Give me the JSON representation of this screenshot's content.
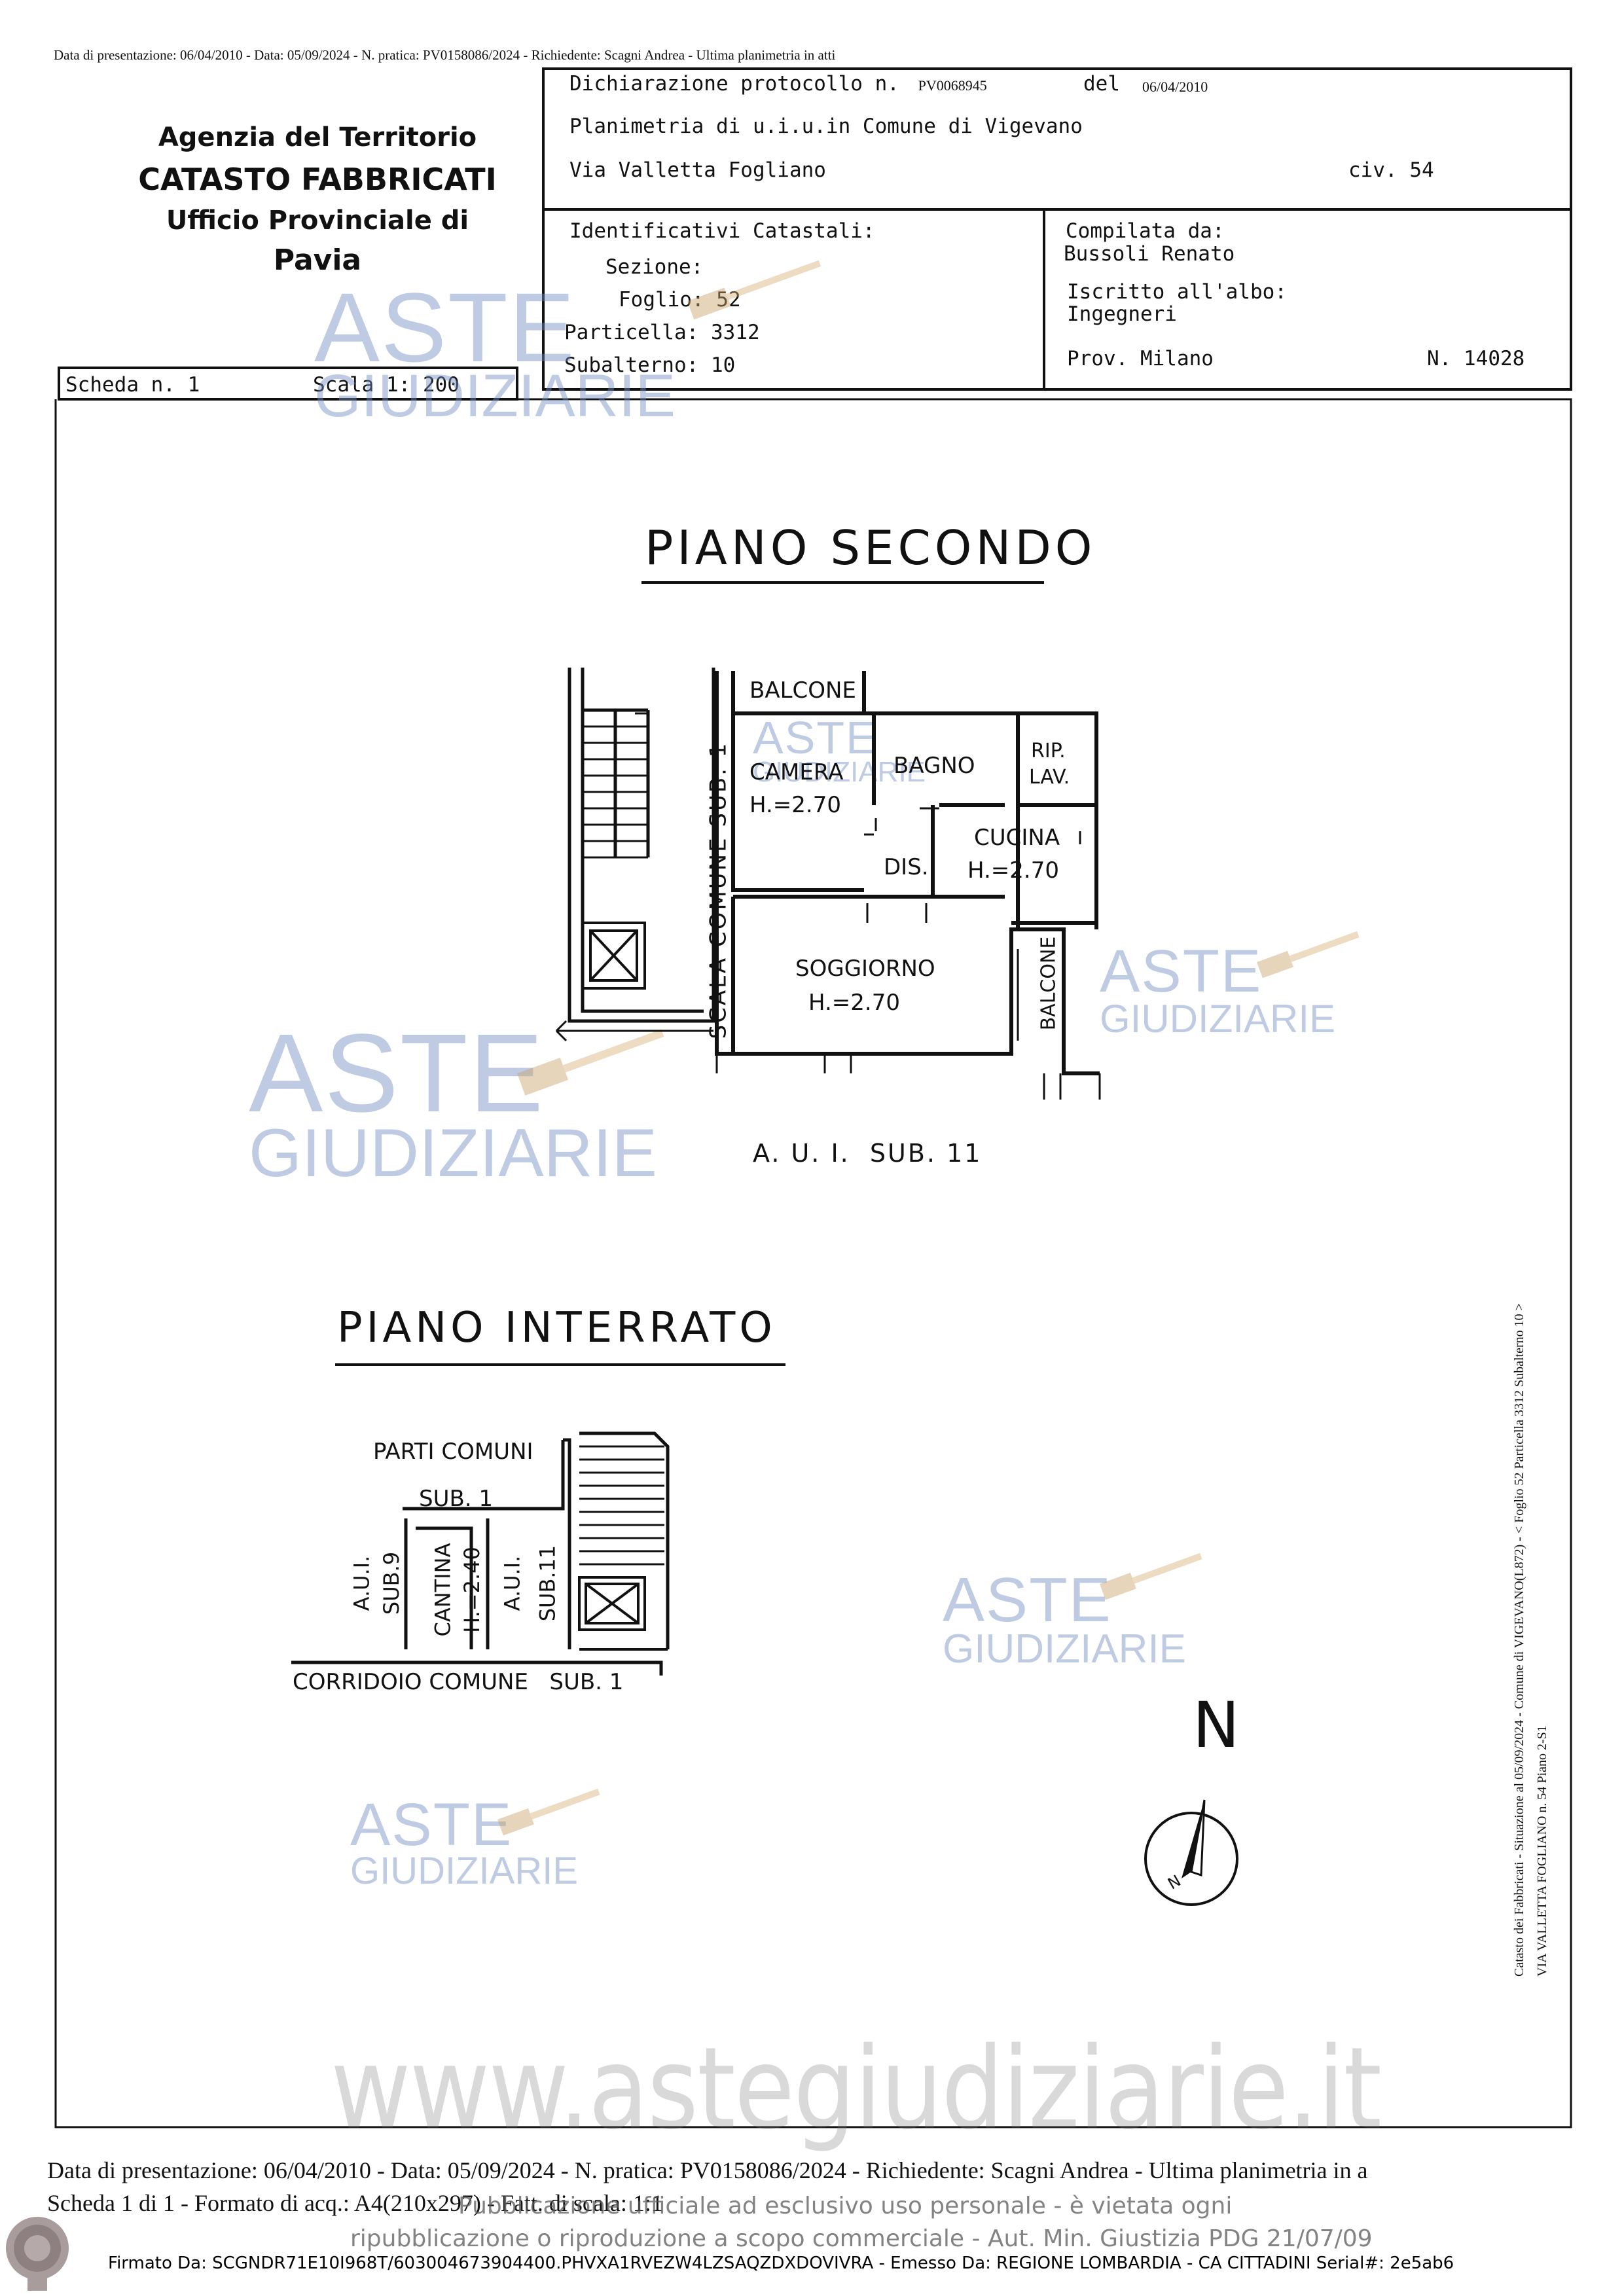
{
  "top_strip": "Data di presentazione: 06/04/2010 - Data: 05/09/2024 - N. pratica: PV0158086/2024 - Richiedente: Scagni Andrea - Ultima planimetria in atti",
  "agency": {
    "line1": "Agenzia del Territorio",
    "line2": "CATASTO FABBRICATI",
    "line3": "Ufficio Provinciale di",
    "line4": "Pavia"
  },
  "header": {
    "dichiarazione_label": "Dichiarazione protocollo n.",
    "protocollo": "PV0068945",
    "del_label": "del",
    "del_date": "06/04/2010",
    "planimetria": "Planimetria di u.i.u.in Comune di Vigevano",
    "via": "Via Valletta Fogliano",
    "civ": "civ. 54"
  },
  "identificativi": {
    "title": "Identificativi Catastali:",
    "sezione": "Sezione:",
    "foglio": "Foglio: 52",
    "particella": "Particella: 3312",
    "subalterno": "Subalterno: 10"
  },
  "compilata": {
    "label": "Compilata da:",
    "name": "Bussoli Renato",
    "iscritto": "Iscritto all'albo:",
    "albo": "Ingegneri",
    "prov": "Prov. Milano",
    "numero": "N. 14028"
  },
  "scheda": {
    "label": "Scheda n. 1",
    "scala": "Scala 1: 200"
  },
  "plan": {
    "piano_secondo": "PIANO SECONDO",
    "balcone_top": "BALCONE",
    "camera": "CAMERA",
    "camera_h": "H.=2.70",
    "bagno": "BAGNO",
    "rip": "RIP.",
    "lav": "LAV.",
    "dis": "DIS.",
    "cucina": "CUCINA",
    "cucina_h": "H.=2.70",
    "soggiorno": "SOGGIORNO",
    "soggiorno_h": "H.=2.70",
    "balcone_side": "BALCONE",
    "scala_comune": "SCALA COMUNE SUB. 1",
    "aui_sub11": "A. U. I.  SUB. 11",
    "piano_interrato": "PIANO INTERRATO",
    "parti_comuni": "PARTI COMUNI",
    "sub1": "SUB. 1",
    "aui": "A.U.I.",
    "sub9": "SUB.9",
    "cantina": "CANTINA",
    "cantina_h": "H.=2.40",
    "sub11": "SUB.11",
    "corridoio": "CORRIDOIO COMUNE   SUB. 1",
    "north": "N",
    "compass_n": "N"
  },
  "side_text": {
    "line1": "Catasto dei Fabbricati - Situazione al 05/09/2024 - Comune di VIGEVANO(L872) - < Foglio 52 Particella 3312 Subalterno 10 >",
    "line2": "VIA VALLETTA FOGLIANO n. 54 Piano 2-S1"
  },
  "watermark": {
    "aste": "ASTE",
    "giudiziarie": "GIUDIZIARIE",
    "url": "www.astegiudiziarie.it"
  },
  "footer": {
    "line1": "Data di presentazione: 06/04/2010 - Data: 05/09/2024 - N. pratica: PV0158086/2024 - Richiedente: Scagni Andrea - Ultima planimetria in a",
    "line2a": "Scheda 1 di 1 - Formato di acq.: A4(210x297) - Fatt. di scala: 1:1",
    "pubblicazione1": "Pubblicazione ufficiale ad esclusivo uso personale - è vietata ogni",
    "pubblicazione2": "ripubblicazione o riproduzione a scopo commerciale - Aut. Min. Giustizia PDG 21/07/09",
    "firmato": "Firmato Da: SCGNDR71E10I968T/603004673904400.PHVXA1RVEZW4LZSAQZDXDOVIVRA - Emesso Da: REGIONE LOMBARDIA - CA CITTADINI Serial#: 2e5ab6"
  }
}
